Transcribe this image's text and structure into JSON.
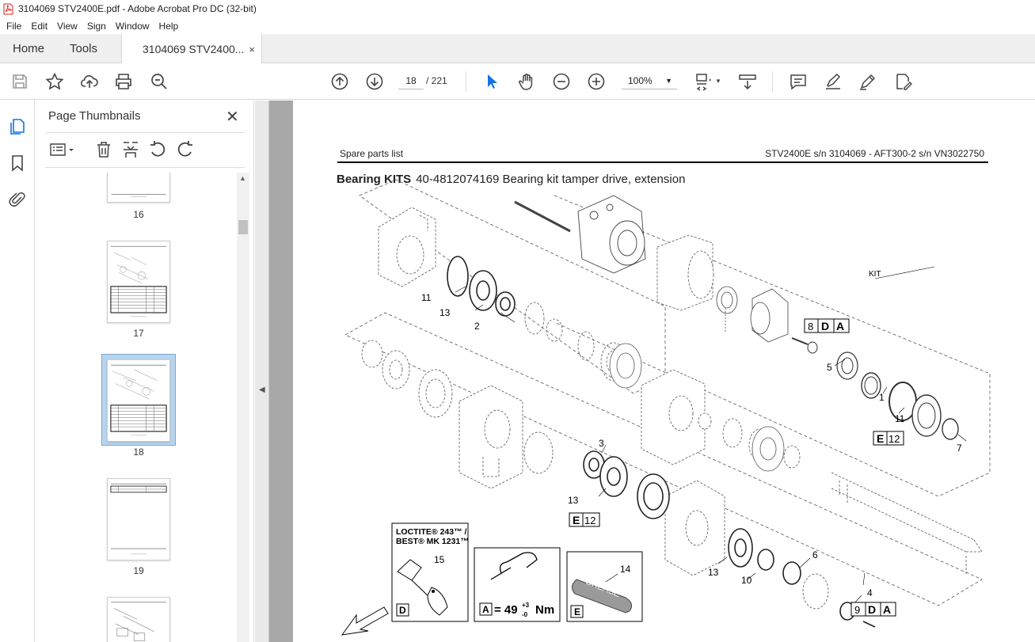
{
  "window": {
    "title": "3104069 STV2400E.pdf - Adobe Acrobat Pro DC (32-bit)"
  },
  "menu": [
    "File",
    "Edit",
    "View",
    "Sign",
    "Window",
    "Help"
  ],
  "tabs": {
    "home": "Home",
    "tools": "Tools",
    "document": "3104069 STV2400...",
    "close": "×"
  },
  "toolbar": {
    "current_page": "18",
    "total_pages": "/ 221",
    "zoom": "100%"
  },
  "panel": {
    "title": "Page Thumbnails",
    "close": "✕",
    "thumbnails": [
      {
        "label": "16"
      },
      {
        "label": "17"
      },
      {
        "label": "18",
        "selected": true
      },
      {
        "label": "19"
      }
    ]
  },
  "document": {
    "header_left": "Spare parts list",
    "header_right": "STV2400E s/n 3104069 - AFT300-2 s/n VN3022750",
    "title_bold": "Bearing KITS",
    "title_rest": "40-4812074169 Bearing kit tamper drive, extension",
    "callouts": {
      "kit": "KIT",
      "n11a": "11",
      "n13a": "13",
      "n2": "2",
      "n5": "5",
      "n1": "1",
      "n11b": "11",
      "n7": "7",
      "n3": "3",
      "n13b": "13",
      "n13c": "13",
      "n10": "10",
      "n6": "6",
      "n4": "4",
      "n15": "15",
      "n14": "14",
      "box8": "8",
      "box9": "9",
      "boxD": "D",
      "boxA": "A",
      "boxE": "E",
      "box12": "12"
    },
    "legend": {
      "loctite_line1": "LOCTITE® 243™ /",
      "loctite_line2": "BEST® MK 1231™",
      "torque": "= 49",
      "torque_sup": "+3",
      "torque_sub": "-0",
      "torque_unit": "Nm",
      "grease": "GREASE"
    }
  }
}
